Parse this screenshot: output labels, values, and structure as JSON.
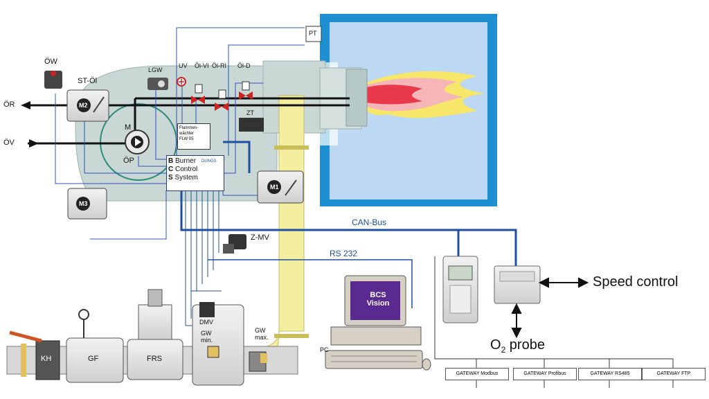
{
  "labels": {
    "ow": "ÖW",
    "st_oil": "ST-Öl",
    "or": "ÖR",
    "ov": "ÖV",
    "m": "M",
    "op": "ÖP",
    "lgw": "LGW",
    "uv": "UV",
    "oil_vi": "Öl-VI",
    "oil_ri": "Öl-RI",
    "oil_d": "Öl-D",
    "pt": "PT",
    "zt": "ZT",
    "m1": "M1",
    "m2": "M2",
    "m3": "M3",
    "z_mv": "Z-MV",
    "dmv": "DMV",
    "gw_min": "GW\nmin.",
    "gw_max": "GW\nmax.",
    "kh": "KH",
    "gf": "GF",
    "frs": "FRS",
    "pc": "PC"
  },
  "flame_monitor": "Flammen-\nwächter\nFLW 05",
  "bcs": {
    "line1_letter": "B",
    "line1_word": "Burner",
    "line2_letter": "C",
    "line2_word": "Control",
    "line3_letter": "S",
    "line3_word": "System",
    "brand": "DUNGS"
  },
  "buses": {
    "can": "CAN-Bus",
    "rs232": "RS 232"
  },
  "pc_screen": {
    "line1": "BCS",
    "line2": "Vision"
  },
  "speed_control": "Speed control",
  "o2_probe_prefix": "O",
  "o2_probe_sub": "2",
  "o2_probe_suffix": " probe",
  "gateways": [
    "GATEWAY Modbus",
    "GATEWAY Profibus",
    "GATEWAY RS485",
    "GATEWAY FTP"
  ],
  "colors": {
    "bus_blue": "#1e4fa0",
    "duct_yellow": "#f4eea0",
    "chamber_blue": "#bcd8f2",
    "chamber_border": "#1e8fd0",
    "burner_body": "#c9d8d5",
    "valve_red": "#cc2222"
  }
}
